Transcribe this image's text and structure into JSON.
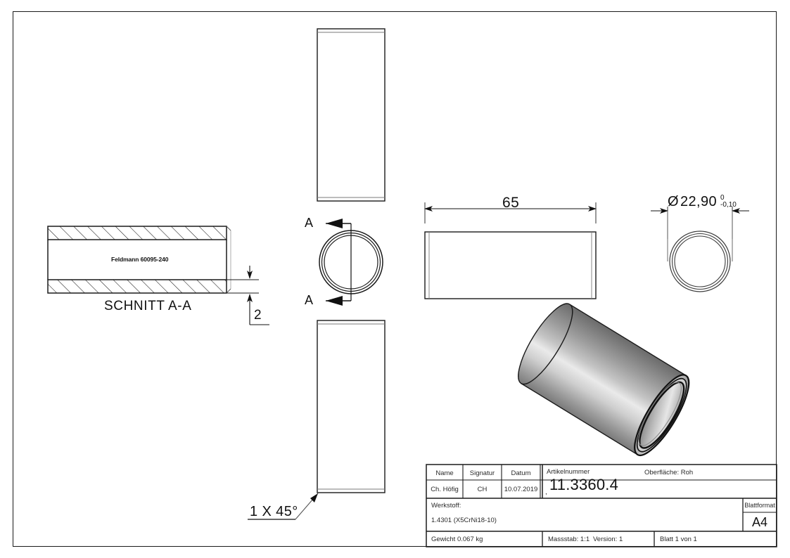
{
  "sheet": {
    "format": "A4",
    "orientation": "landscape"
  },
  "views": {
    "section_label": "SCHNITT A-A",
    "section_letter_top": "A",
    "section_letter_bottom": "A",
    "part_marking": "Feldmann 60095-240"
  },
  "dimensions": {
    "length": "65",
    "wall_thickness": "2",
    "diameter": "22,90",
    "diameter_symbol": "Ø",
    "tolerance_upper": "0",
    "tolerance_lower": "-0,10",
    "chamfer": "1 X 45°"
  },
  "title_block": {
    "headers": {
      "name": "Name",
      "signature": "Signatur",
      "date": "Datum",
      "article_number": "Artikelnummer",
      "surface": "Oberfläche:  Roh",
      "material": "Werkstoff:",
      "sheet_format": "Blattformat"
    },
    "values": {
      "name": "Ch. Höfig",
      "signature": "CH",
      "date": "10.07.2019",
      "article_number": "11.3360.4",
      "article_number_prefix": ",",
      "material": "1.4301 (X5CrNi18-10)",
      "sheet_format": "A4",
      "weight": "Gewicht 0.067 kg",
      "scale": "Massstab: 1:1",
      "version": "Version: 1",
      "sheet_count": "Blatt 1 von 1"
    }
  },
  "colors": {
    "line": "#1a1a1a",
    "thin_line": "#3a3a3a",
    "text": "#111111",
    "metal_light": "#e8e8e8",
    "metal_mid": "#a8a8a8",
    "metal_dark": "#6e6e6e"
  }
}
